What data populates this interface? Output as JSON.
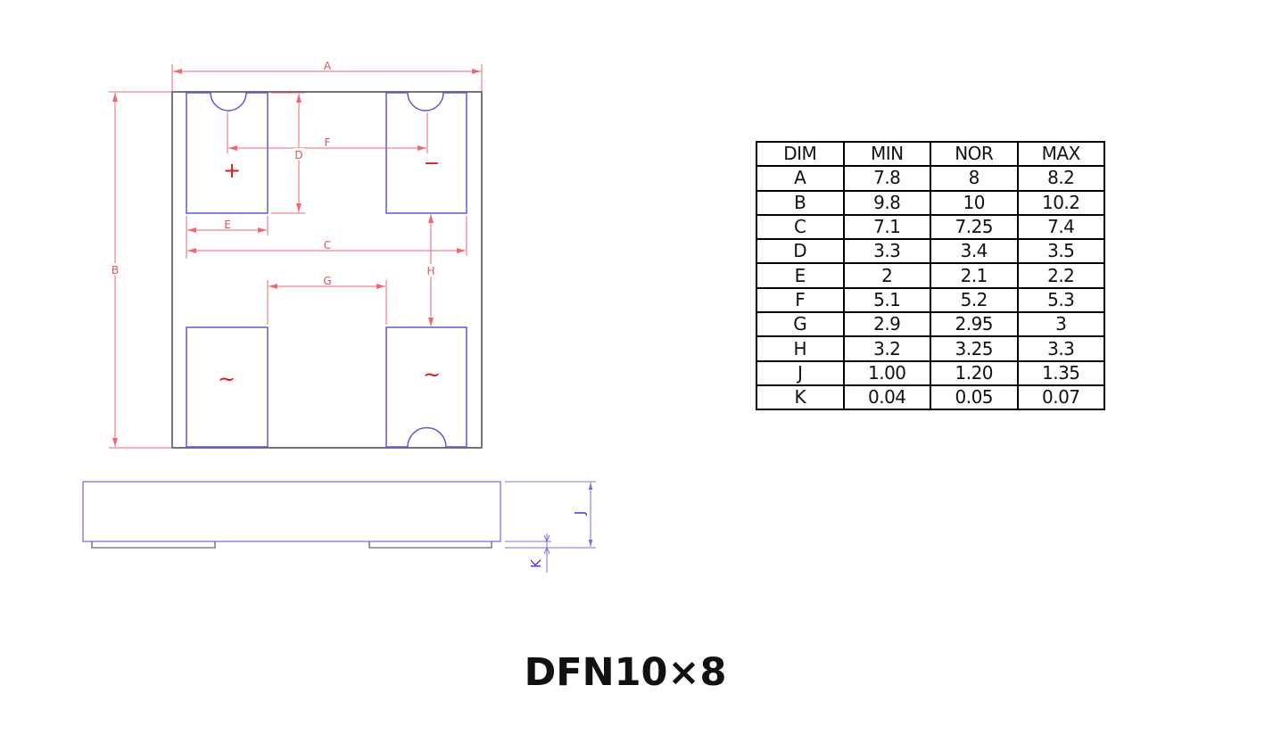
{
  "colors": {
    "outline": "#555555",
    "pad": "#5b5bd6",
    "dimension": "#e8505b",
    "side_view": "#8a6be0",
    "side_label": "#5a2bd6",
    "pin_mark": "#e01818"
  },
  "top_view": {
    "dimension_labels": {
      "A": "A",
      "B": "B",
      "C": "C",
      "D": "D",
      "E": "E",
      "F": "F",
      "G": "G",
      "H": "H"
    },
    "pin_marks": {
      "top_left": "+",
      "top_right": "−",
      "bottom_left": "~",
      "bottom_right": "~"
    }
  },
  "side_view": {
    "dimension_labels": {
      "J": "J",
      "K": "K"
    }
  },
  "table": {
    "headers": [
      "DIM",
      "MIN",
      "NOR",
      "MAX"
    ],
    "rows": [
      [
        "A",
        "7.8",
        "8",
        "8.2"
      ],
      [
        "B",
        "9.8",
        "10",
        "10.2"
      ],
      [
        "C",
        "7.1",
        "7.25",
        "7.4"
      ],
      [
        "D",
        "3.3",
        "3.4",
        "3.5"
      ],
      [
        "E",
        "2",
        "2.1",
        "2.2"
      ],
      [
        "F",
        "5.1",
        "5.2",
        "5.3"
      ],
      [
        "G",
        "2.9",
        "2.95",
        "3"
      ],
      [
        "H",
        "3.2",
        "3.25",
        "3.3"
      ],
      [
        "J",
        "1.00",
        "1.20",
        "1.35"
      ],
      [
        "K",
        "0.04",
        "0.05",
        "0.07"
      ]
    ]
  },
  "title": "DFN10×8"
}
